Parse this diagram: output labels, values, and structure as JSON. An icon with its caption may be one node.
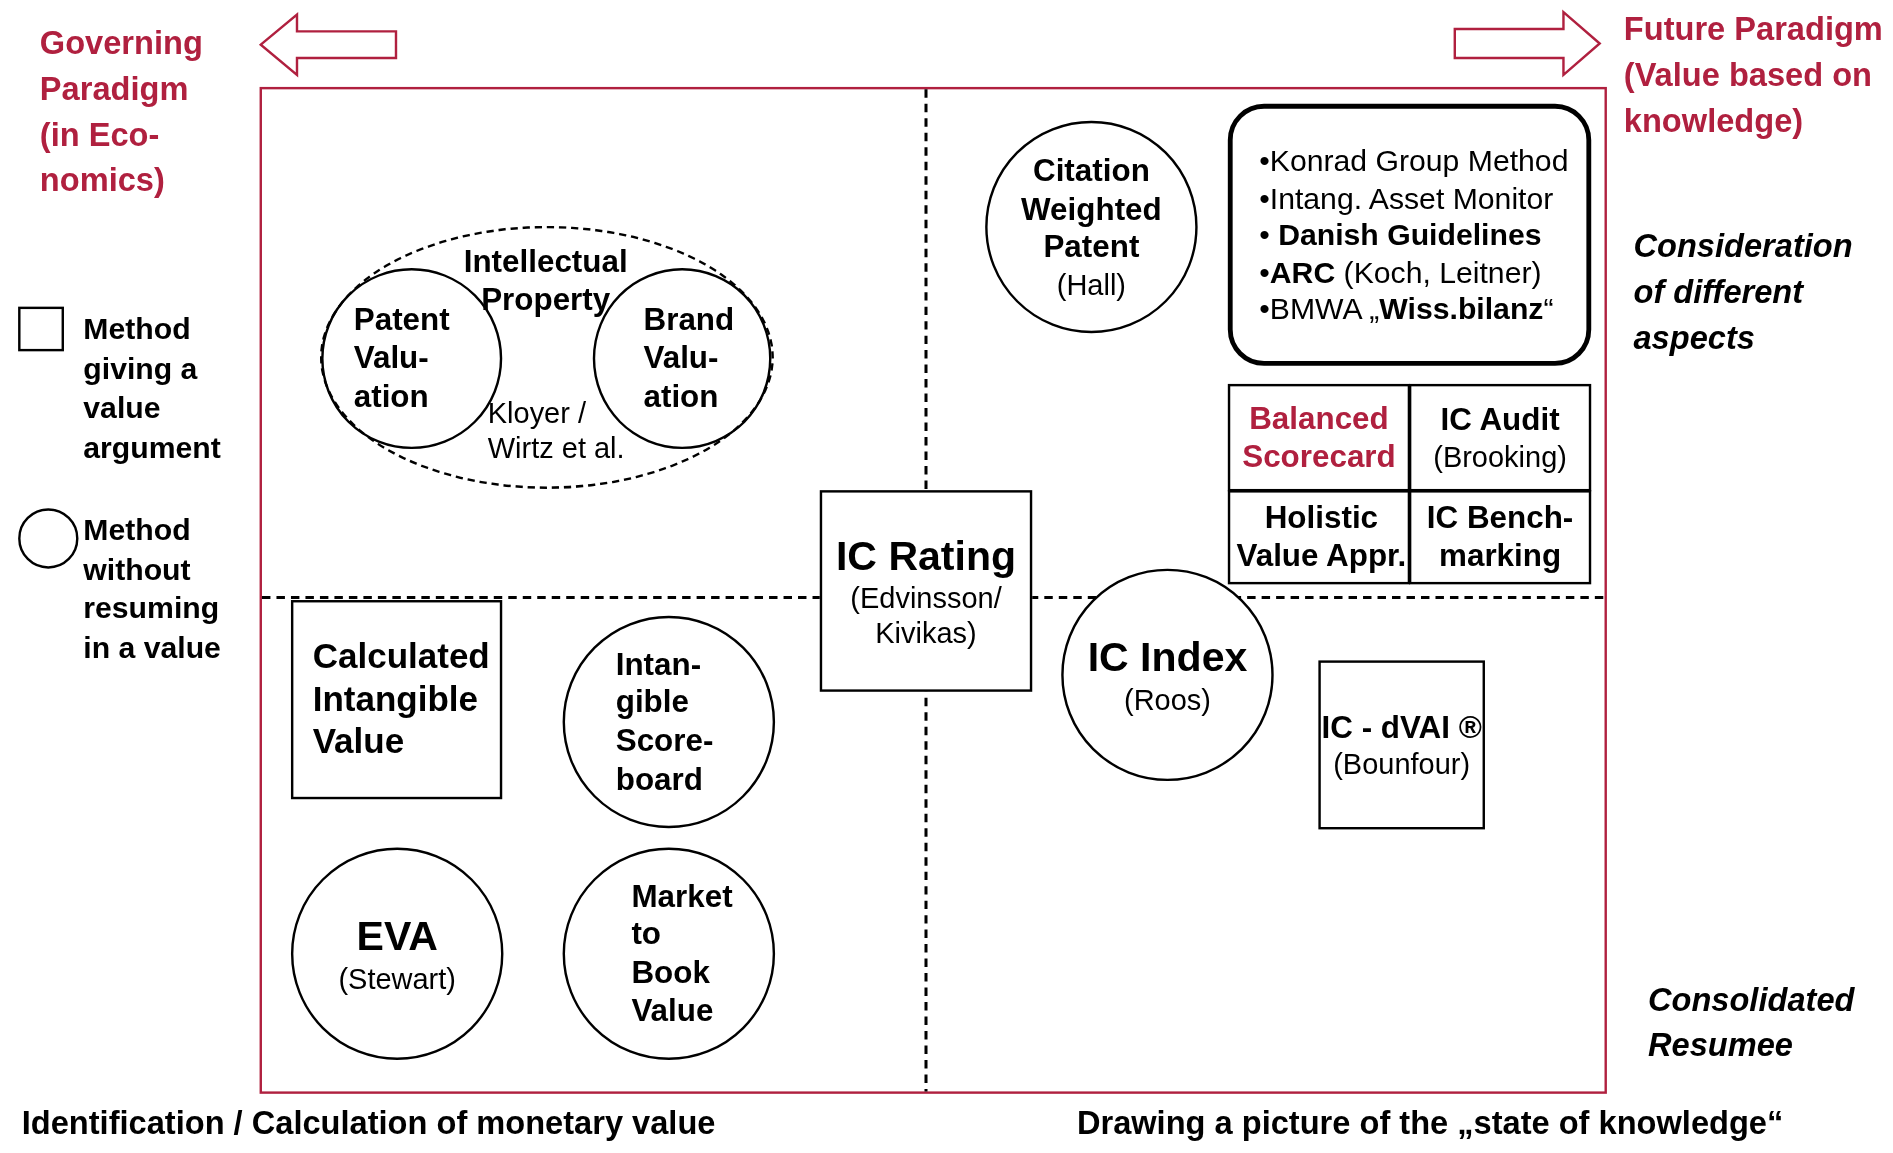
{
  "diagram": {
    "nodes": [
      {
        "text": [
          "Intellectual Property",
          "Kloyer / Wirtz et al."
        ]
      },
      {
        "text": [
          "Patent Valu- ation"
        ],
        "in": 0
      },
      {
        "text": [
          "Brand Valu- ation"
        ],
        "in": 0
      },
      {
        "text": [
          "Citation Weighted Patent",
          "(Hall)"
        ]
      },
      {
        "text": [
          "•Konrad Group Method",
          "•Intang. Asset Monitor",
          "• **Danish Guidelines**",
          "•**ARC** (Koch, Leitner)",
          "•BMWA „**Wiss.bilanz**“"
        ]
      },
      {
        "text": [
          "Balanced Scorecard"
        ]
      },
      {
        "text": [
          "IC Audit",
          "(Brooking)"
        ]
      },
      {
        "text": [
          "Holistic Value Appr."
        ]
      },
      {
        "text": [
          "IC Bench- marking"
        ]
      },
      {
        "text": [
          "IC Rating",
          "(Edvinsson/ Kivikas)"
        ]
      },
      {
        "text": [
          "IC Index",
          "(Roos)"
        ]
      },
      {
        "text": [
          "IC - dVAI ®",
          "(Bounfour)"
        ]
      },
      {
        "text": [
          "Calculated Intangible Value"
        ]
      },
      {
        "text": [
          "Intan- gible Score- board"
        ]
      },
      {
        "text": [
          "EVA",
          "(Stewart)"
        ]
      },
      {
        "text": [
          "Market to Book Value"
        ]
      }
    ],
    "labels": [
      "Governing Paradigm (in Eco- nomics)",
      "Future Paradigm (Value based on knowledge)",
      "Consideration of different aspects",
      "Consolidated Resumee",
      "Identification / Calculation of monetary value",
      "Drawing a picture of the „state of knowledge“"
    ],
    "legend": [
      {
        "text": "Method giving a value argument"
      },
      {
        "text": "Method without resuming in a value"
      }
    ]
  }
}
